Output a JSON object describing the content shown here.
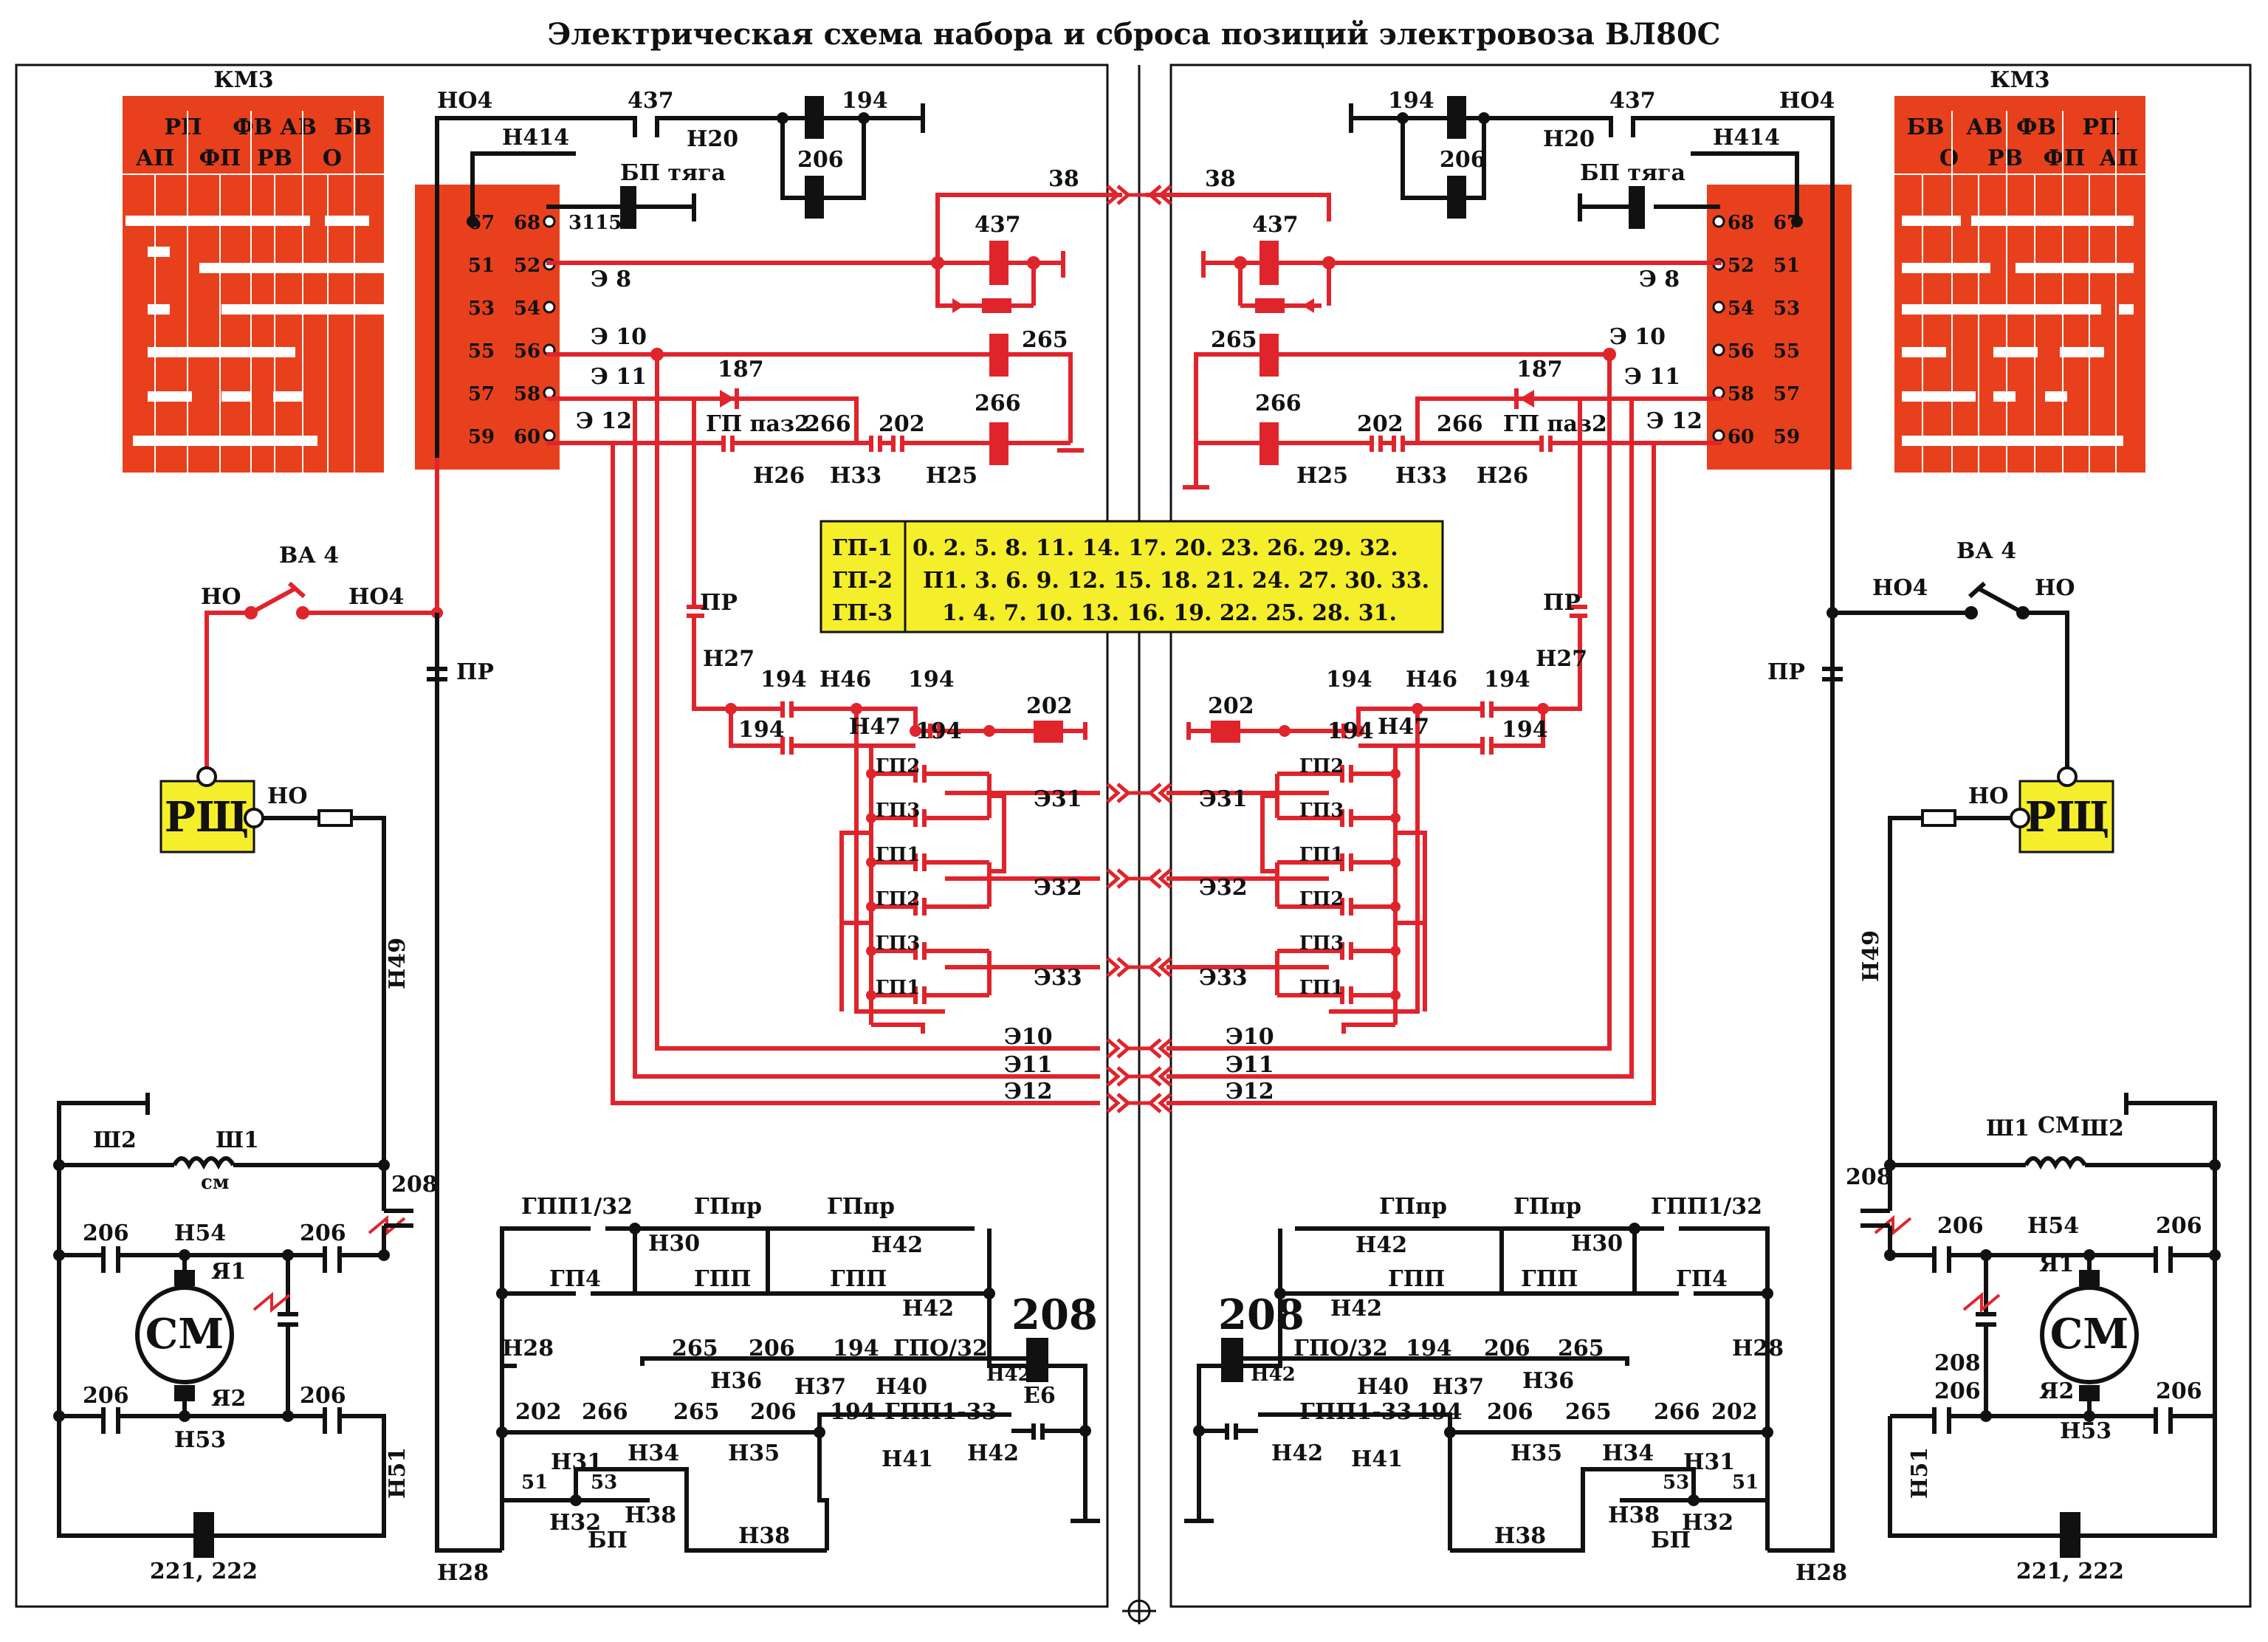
{
  "title": "Электрическая схема набора и сброса позиций электровоза ВЛ80С",
  "km3": {
    "title": "КМ3",
    "headers_left_top": [
      "РП",
      "ФВ",
      "АВ",
      "БВ"
    ],
    "headers_left_bottom": [
      "АП",
      "ФП",
      "РВ",
      "О"
    ],
    "headers_right_top": [
      "БВ",
      "АВ",
      "ФВ",
      "РП"
    ],
    "headers_right_bottom": [
      "О",
      "РВ",
      "ФП",
      "АП"
    ]
  },
  "terminals_left": [
    [
      "67",
      "68"
    ],
    [
      "51",
      "52"
    ],
    [
      "53",
      "54"
    ],
    [
      "55",
      "56"
    ],
    [
      "57",
      "58"
    ],
    [
      "59",
      "60"
    ]
  ],
  "terminals_right": [
    [
      "68",
      "67"
    ],
    [
      "52",
      "51"
    ],
    [
      "54",
      "53"
    ],
    [
      "56",
      "55"
    ],
    [
      "58",
      "57"
    ],
    [
      "60",
      "59"
    ]
  ],
  "wires": {
    "ho4": "НО4",
    "h414": "Н414",
    "w437": "437",
    "w194": "194",
    "h20": "Н20",
    "w206": "206",
    "bp_tyaga": "БП тяга",
    "w3115": "3115",
    "w38": "38",
    "e8": "Э 8",
    "e10": "Э 10",
    "e11": "Э 11",
    "e12": "Э 12",
    "w265": "265",
    "w266": "266",
    "w187": "187",
    "gp_paz2": "ГП паз2",
    "w202": "202",
    "h26": "Н26",
    "h33": "Н33",
    "h25": "Н25",
    "pr": "ПР",
    "h27": "Н27",
    "h46": "Н46",
    "h47": "Н47",
    "gp1": "ГП1",
    "gp2": "ГП2",
    "gp3": "ГП3",
    "e31": "Э31",
    "e32": "Э32",
    "e33": "Э33",
    "e10b": "Э10",
    "e11b": "Э11",
    "e12b": "Э12",
    "va4": "ВА 4",
    "ho": "НО",
    "rsch": "РЩ",
    "h49": "Н49",
    "sh1": "Ш1",
    "sh2": "Ш2",
    "sm_small": "см",
    "sm_small_r": "СМ",
    "w208": "208",
    "h54": "Н54",
    "ya1": "Я1",
    "ya2": "Я2",
    "sm": "СМ",
    "h53": "Н53",
    "h51": "Н51",
    "w221_222": "221, 222",
    "h28": "Н28",
    "gpp1_32": "ГПП1/32",
    "gppr": "ГПпр",
    "h30": "Н30",
    "h42": "Н42",
    "gp4": "ГП4",
    "gpp": "ГПП",
    "w265b": "265",
    "w206b": "206",
    "w194b": "194",
    "gpo_32": "ГПО/32",
    "h36": "Н36",
    "h37": "Н37",
    "h40": "Н40",
    "e6": "Е6",
    "gpp1_33": "ГПП1-33",
    "h34": "Н34",
    "h35": "Н35",
    "h41": "Н41",
    "h31": "Н31",
    "w51": "51",
    "w53": "53",
    "h32": "Н32",
    "h38": "Н38",
    "bp": "БП"
  },
  "legend": {
    "rows": [
      {
        "key": "ГП-1",
        "value": "0. 2. 5. 8. 11. 14. 17. 20. 23. 26. 29. 32."
      },
      {
        "key": "ГП-2",
        "value": "П1. 3. 6. 9. 12. 15. 18. 21. 24. 27. 30. 33."
      },
      {
        "key": "ГП-3",
        "value": "1. 4. 7. 10. 13. 16. 19. 22. 25. 28. 31."
      }
    ]
  },
  "colors": {
    "red": "#e0242c",
    "black": "#111111",
    "yellow": "#f5ee2a",
    "km3_bg": "#e8401c"
  }
}
